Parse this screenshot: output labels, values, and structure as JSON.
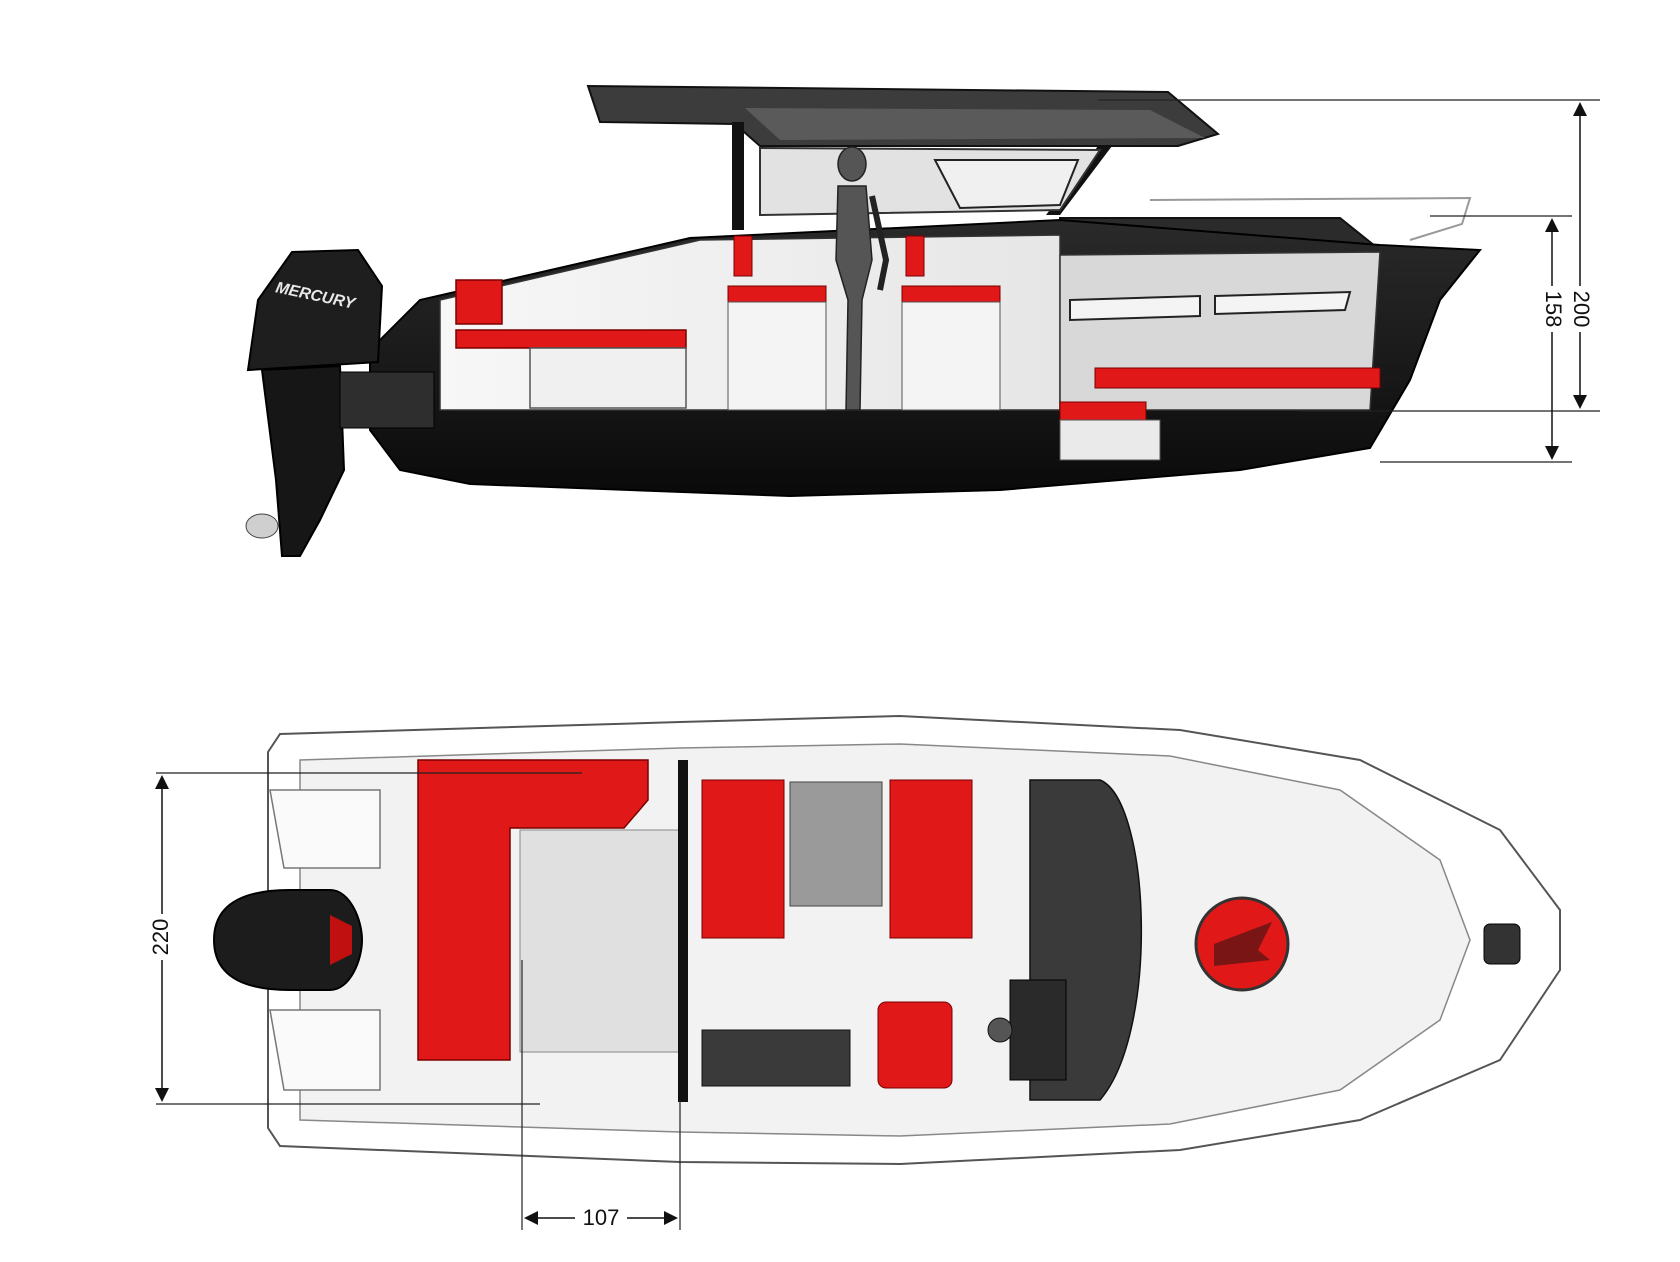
{
  "brand_label": "MERCURY",
  "dimensions": {
    "height_total": "200",
    "height_cabin": "158",
    "beam": "220",
    "cockpit_seat": "107"
  },
  "colors": {
    "hull": "#141414",
    "cushion": "#e01818",
    "deck": "#f2f2f2",
    "console": "#3a3a3a",
    "line": "#222222"
  }
}
